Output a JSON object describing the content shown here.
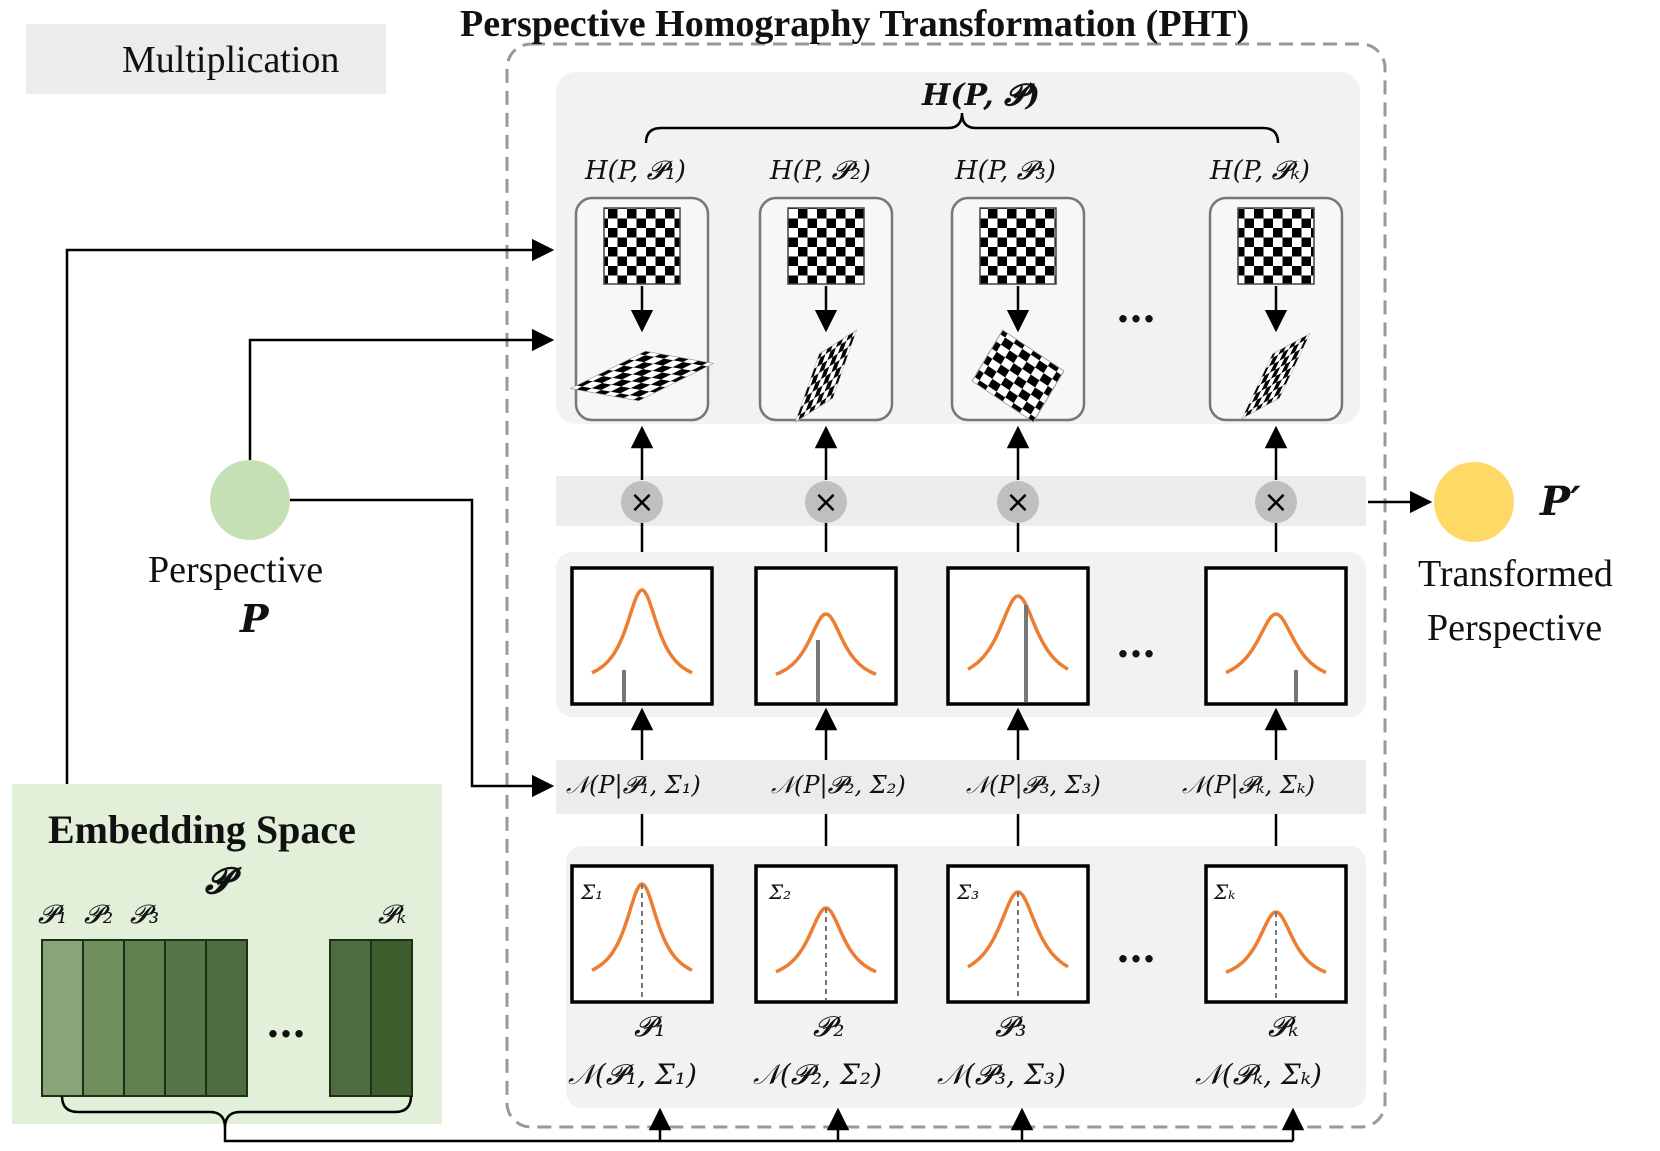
{
  "title": "Perspective Homography Transformation (PHT)",
  "legend": {
    "symbol": "×",
    "label": "Multiplication"
  },
  "input": {
    "label": "Perspective",
    "symbol": "P",
    "color": "#c5e0b4"
  },
  "output": {
    "symbol": "P′",
    "label_line1": "Transformed",
    "label_line2": "Perspective",
    "color": "#ffd966"
  },
  "embedding": {
    "title": "Embedding Space",
    "symbol": "𝓟",
    "labels": [
      "𝓟₁",
      "𝓟₂",
      "𝓟₃",
      "𝓟ₖ"
    ],
    "ellipsis": "…",
    "bar_colors": [
      "#8aa47a",
      "#6f8f5d",
      "#5f8150",
      "#557748",
      "#4d6d40",
      "#4d6d40",
      "#3d5f2e"
    ],
    "background": "#e2efd9"
  },
  "homography": {
    "group_label": "H(P, 𝓟)",
    "items": [
      "H(P, 𝓟₁)",
      "H(P, 𝓟₂)",
      "H(P, 𝓟₃)",
      "H(P, 𝓟ₖ)"
    ]
  },
  "likelihoods": [
    "𝒩(P|𝓟₁, Σ₁)",
    "𝒩(P|𝓟₂, Σ₂)",
    "𝒩(P|𝓟₃, Σ₃)",
    "𝒩(P|𝓟ₖ, Σₖ)"
  ],
  "gaussians": {
    "sigma_labels": [
      "Σ₁",
      "Σ₂",
      "Σ₃",
      "Σₖ"
    ],
    "centers": [
      "𝓟₁",
      "𝓟₂",
      "𝓟₃",
      "𝓟ₖ"
    ],
    "distributions": [
      "𝒩(𝓟₁, Σ₁)",
      "𝒩(𝓟₂, Σ₂)",
      "𝒩(𝓟₃, Σ₃)",
      "𝒩(𝓟ₖ, Σₖ)"
    ]
  },
  "ellipsis": "…",
  "colors": {
    "curve": "#ed7d31",
    "panel": "#f2f2f2",
    "dashed_border": "#999999",
    "mult_circle": "#bfbfbf"
  }
}
